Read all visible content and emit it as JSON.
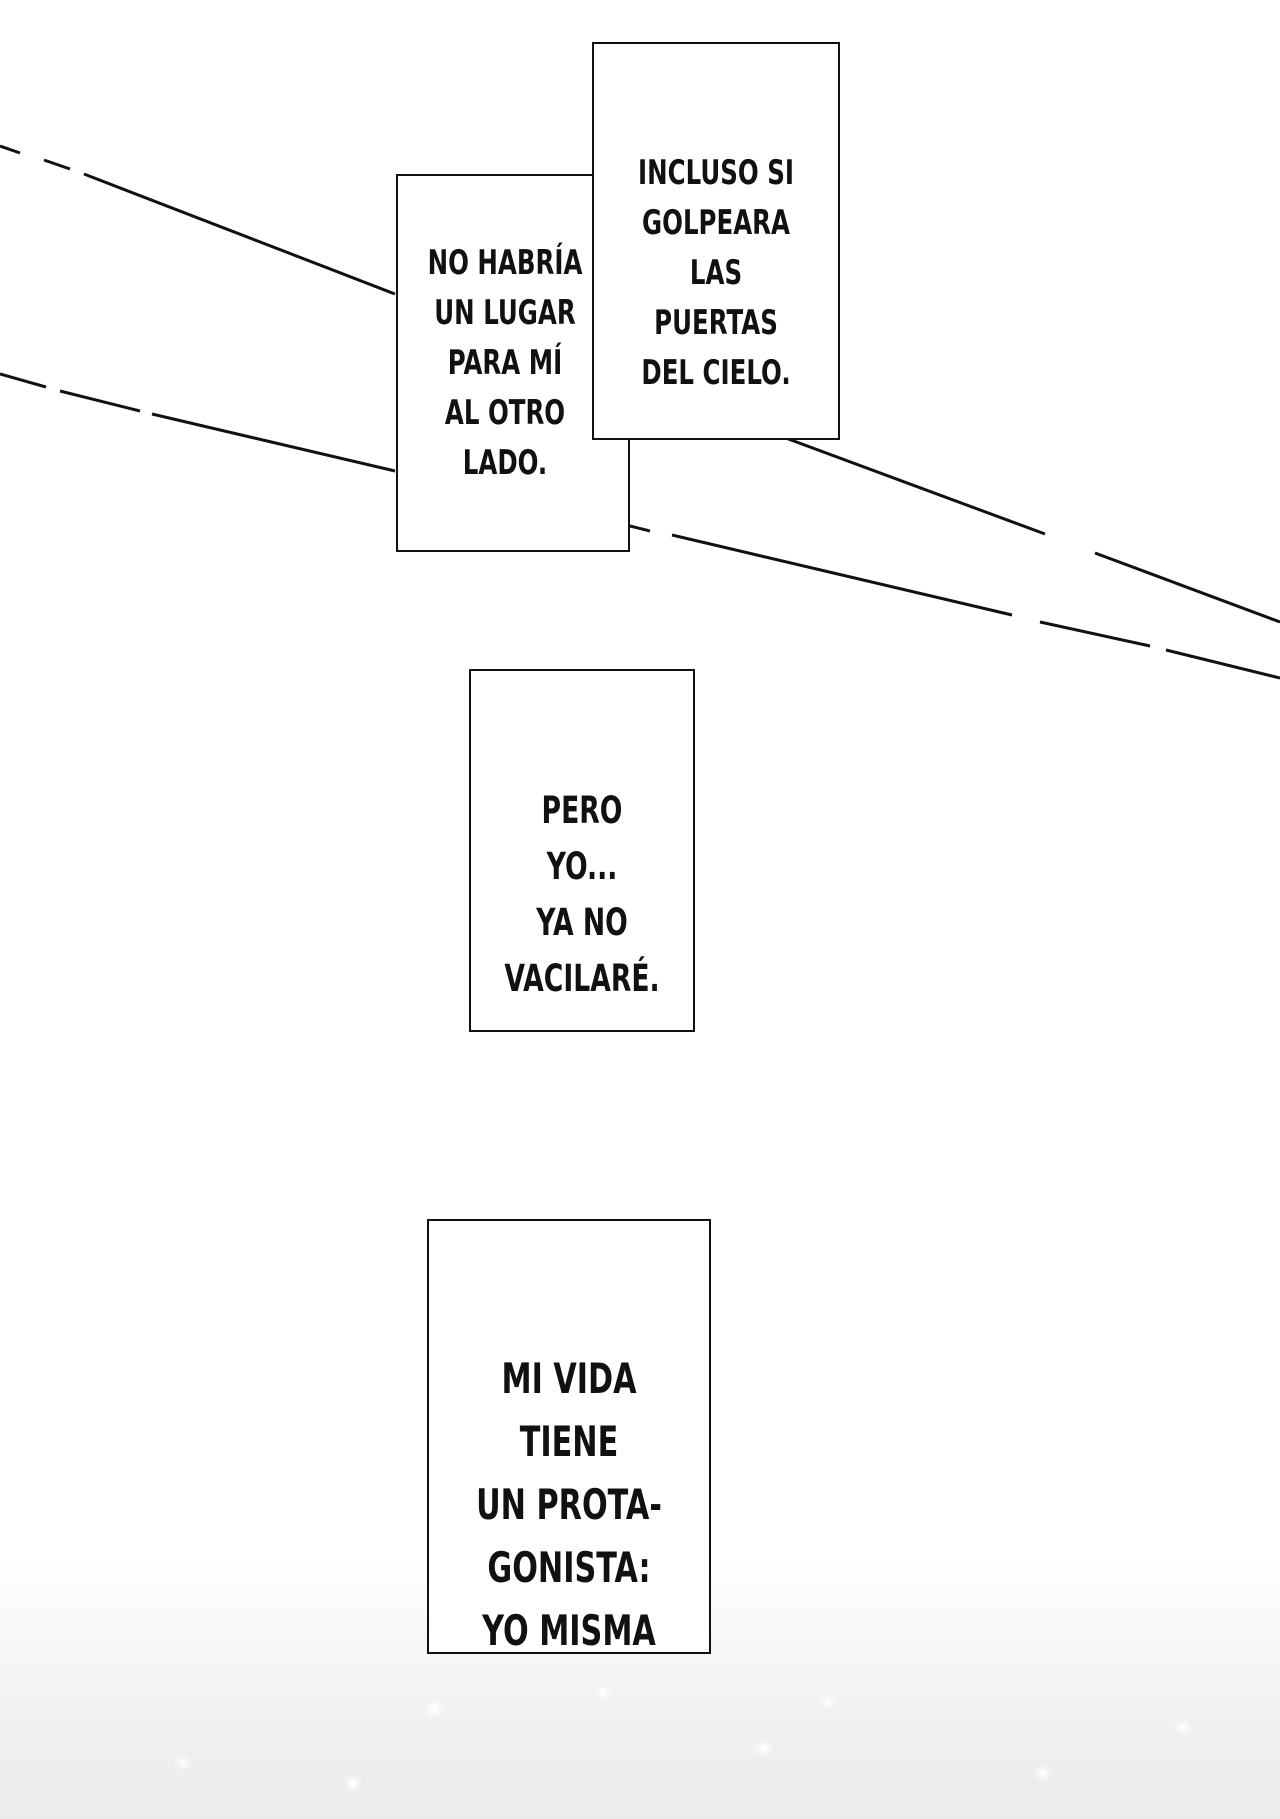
{
  "captions": {
    "heaven": "Incluso si\ngolpeara las\npuertas\ndel cielo.",
    "place": "No habría\nun lugar\npara mí\nal otro lado.",
    "hesitate": "Pero yo...\nya no\nvacilaré.",
    "life": "Mi vida tiene\nun prota-\ngonista:\nyo misma"
  },
  "colors": {
    "ink": "#111111",
    "paper": "#ffffff"
  }
}
